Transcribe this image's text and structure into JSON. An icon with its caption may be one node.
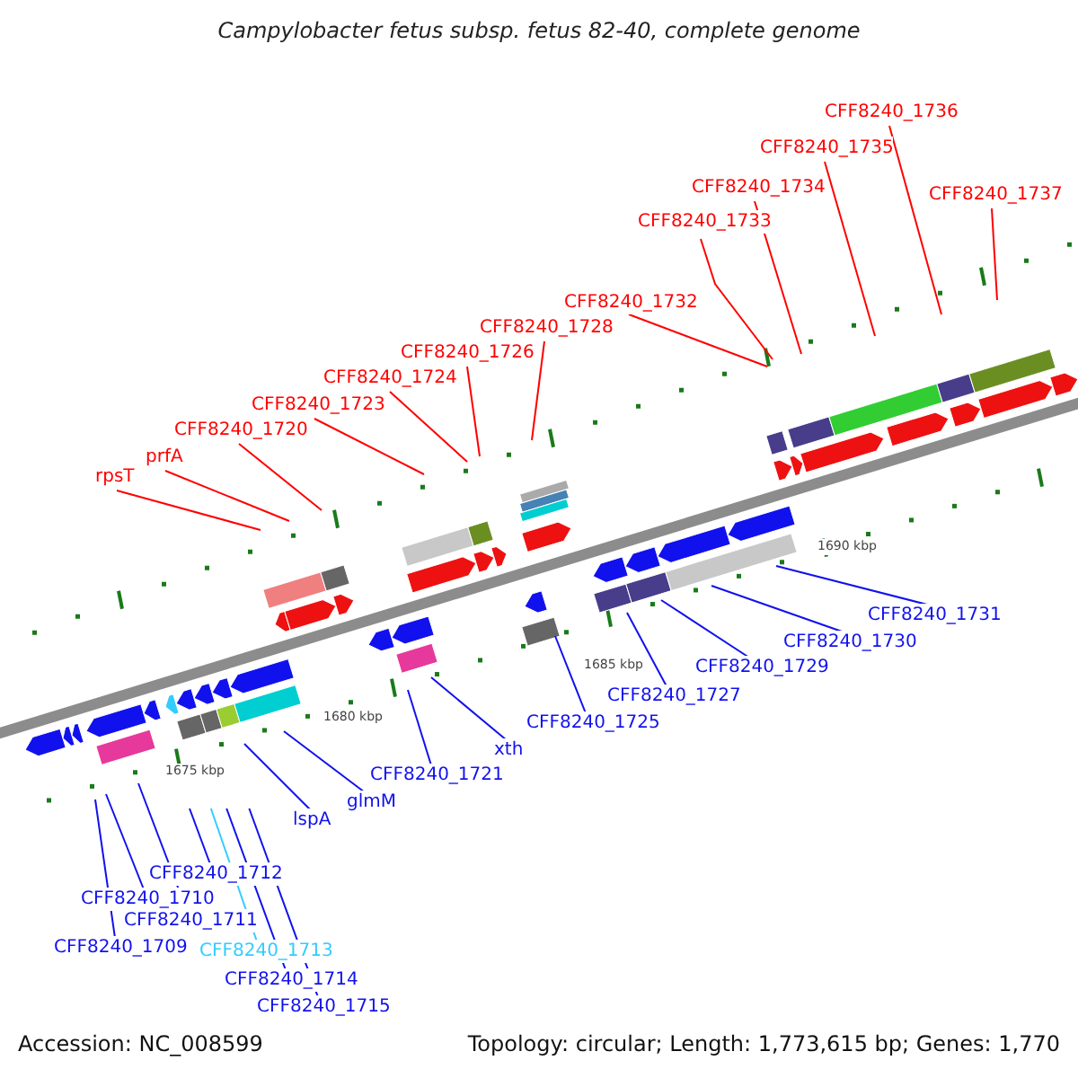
{
  "diagram": {
    "title": "Campylobacter fetus subsp. fetus 82-40, complete genome",
    "nodes": [
      {
        "text": [
          "CFF8240_1736"
        ]
      },
      {
        "text": [
          "CFF8240_1735"
        ]
      },
      {
        "text": [
          "CFF8240_1734"
        ]
      },
      {
        "text": [
          "CFF8240_1737"
        ]
      },
      {
        "text": [
          "CFF8240_1733"
        ]
      },
      {
        "text": [
          "CFF8240_1732"
        ]
      },
      {
        "text": [
          "CFF8240_1728"
        ]
      },
      {
        "text": [
          "CFF8240_1726"
        ]
      },
      {
        "text": [
          "CFF8240_1724"
        ]
      },
      {
        "text": [
          "CFF8240_1723"
        ]
      },
      {
        "text": [
          "CFF8240_1720"
        ]
      },
      {
        "text": [
          "prfA"
        ]
      },
      {
        "text": [
          "rpsT"
        ]
      },
      {
        "text": [
          "CFF8240_1731"
        ]
      },
      {
        "text": [
          "CFF8240_1730"
        ]
      },
      {
        "text": [
          "CFF8240_1729"
        ]
      },
      {
        "text": [
          "CFF8240_1727"
        ]
      },
      {
        "text": [
          "CFF8240_1725"
        ]
      },
      {
        "text": [
          "xth"
        ]
      },
      {
        "text": [
          "CFF8240_1721"
        ]
      },
      {
        "text": [
          "glmM"
        ]
      },
      {
        "text": [
          "lspA"
        ]
      },
      {
        "text": [
          "CFF8240_1712"
        ]
      },
      {
        "text": [
          "CFF8240_1710"
        ]
      },
      {
        "text": [
          "CFF8240_1711"
        ]
      },
      {
        "text": [
          "CFF8240_1709"
        ]
      },
      {
        "text": [
          "CFF8240_1713"
        ]
      },
      {
        "text": [
          "CFF8240_1714"
        ]
      },
      {
        "text": [
          "CFF8240_1715"
        ]
      }
    ],
    "edges": [
      {
        "from": 0,
        "to": null,
        "arrow": "none",
        "color": "#ff0000"
      },
      {
        "from": 1,
        "to": null,
        "arrow": "none",
        "color": "#ff0000"
      },
      {
        "from": 2,
        "to": null,
        "arrow": "none",
        "color": "#ff0000"
      },
      {
        "from": 3,
        "to": null,
        "arrow": "none",
        "color": "#ff0000"
      },
      {
        "from": 4,
        "to": null,
        "arrow": "none",
        "color": "#ff0000"
      },
      {
        "from": 5,
        "to": null,
        "arrow": "none",
        "color": "#ff0000"
      },
      {
        "from": 6,
        "to": null,
        "arrow": "none",
        "color": "#ff0000"
      },
      {
        "from": 7,
        "to": null,
        "arrow": "none",
        "color": "#ff0000"
      },
      {
        "from": 8,
        "to": null,
        "arrow": "none",
        "color": "#ff0000"
      },
      {
        "from": 9,
        "to": null,
        "arrow": "none",
        "color": "#ff0000"
      },
      {
        "from": 10,
        "to": null,
        "arrow": "none",
        "color": "#ff0000"
      },
      {
        "from": 11,
        "to": null,
        "arrow": "none",
        "color": "#ff0000"
      },
      {
        "from": 12,
        "to": null,
        "arrow": "none",
        "color": "#ff0000"
      },
      {
        "from": 13,
        "to": null,
        "arrow": "none"
      },
      {
        "from": 14,
        "to": null,
        "arrow": "none"
      },
      {
        "from": 15,
        "to": null,
        "arrow": "none"
      },
      {
        "from": 16,
        "to": null,
        "arrow": "none"
      },
      {
        "from": 17,
        "to": null,
        "arrow": "none"
      },
      {
        "from": 18,
        "to": null,
        "arrow": "none"
      },
      {
        "from": 19,
        "to": null,
        "arrow": "none"
      },
      {
        "from": 20,
        "to": null,
        "arrow": "none"
      },
      {
        "from": 21,
        "to": null,
        "arrow": "none"
      },
      {
        "from": 22,
        "to": null,
        "arrow": "none"
      },
      {
        "from": 23,
        "to": null,
        "arrow": "none"
      },
      {
        "from": 24,
        "to": null,
        "arrow": "none"
      },
      {
        "from": 25,
        "to": null,
        "arrow": "none"
      },
      {
        "from": 26,
        "to": null,
        "arrow": "none",
        "color": "#33ccff"
      },
      {
        "from": 27,
        "to": null,
        "arrow": "none"
      },
      {
        "from": 28,
        "to": null,
        "arrow": "none"
      }
    ],
    "labels": [
      "1675 kbp",
      "1680 kbp",
      "1685 kbp",
      "1690 kbp",
      "Accession: NC_008599",
      "Topology: circular; Length: 1,773,615 bp; Genes: 1,770"
    ]
  }
}
